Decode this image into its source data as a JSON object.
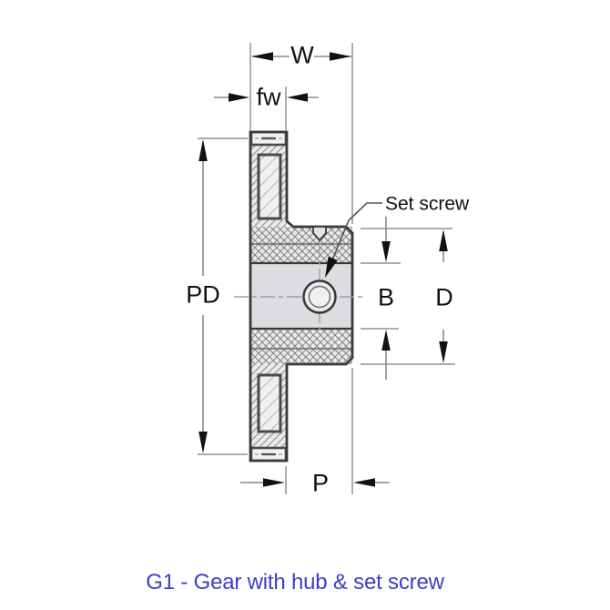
{
  "diagram": {
    "title": "G1 gear cross-section drawing",
    "labels": {
      "overall_width": "W",
      "face_width": "fw",
      "pitch_diameter": "PD",
      "bore": "B",
      "hub_diameter": "D",
      "hub_projection": "P",
      "set_screw": "Set screw"
    },
    "caption": "G1 - Gear with hub & set screw",
    "colors": {
      "caption_text": "#3d3dcc",
      "label_text": "#111111",
      "part_outline": "#3a3a3a",
      "hatch_line": "#8e8e8e",
      "part_fill": "#e9eaeb",
      "bore_fill": "#dbdde0",
      "extension_line": "#a0a0a0",
      "centerline": "#98a0a8",
      "arrowhead": "#111111"
    }
  }
}
